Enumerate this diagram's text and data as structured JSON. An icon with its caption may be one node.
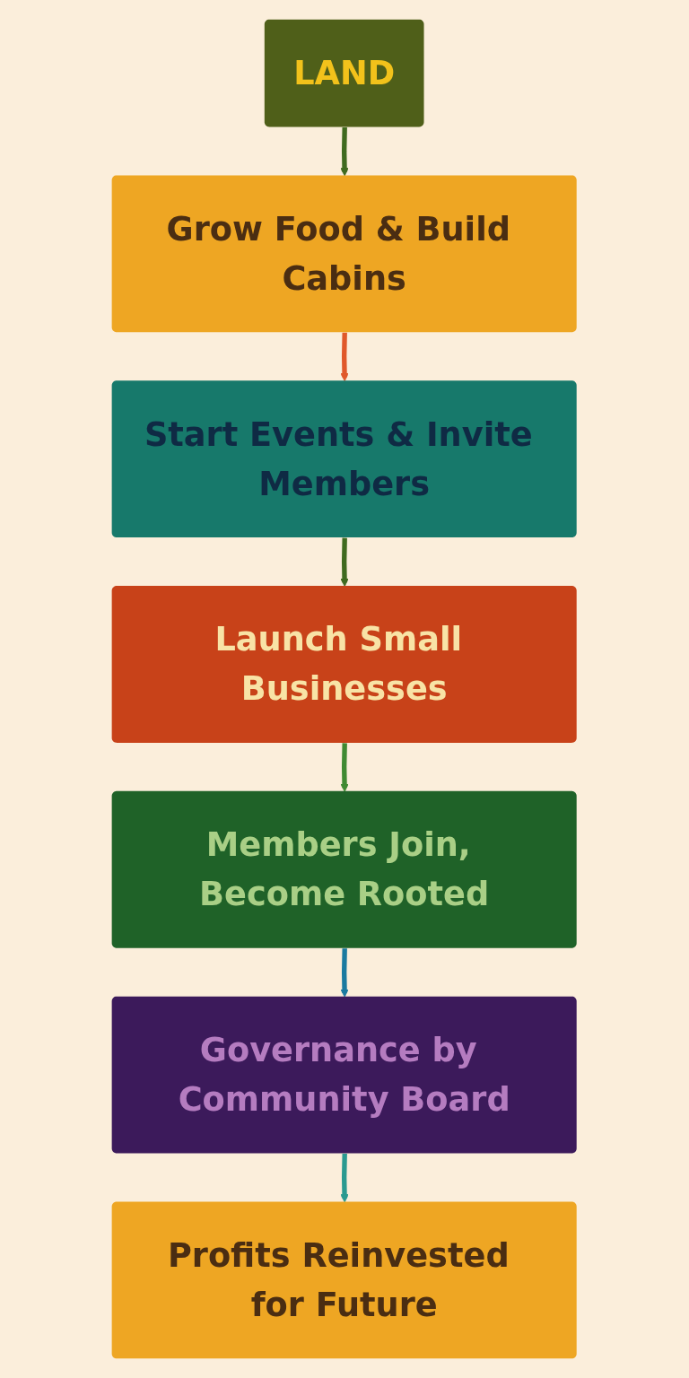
{
  "diagram": {
    "nodes": [
      {
        "text": [
          "LAND"
        ]
      },
      {
        "text": [
          "Grow Food & Build Cabins"
        ]
      },
      {
        "text": [
          "Start Events & Invite Members"
        ]
      },
      {
        "text": [
          "Launch Small Businesses"
        ]
      },
      {
        "text": [
          "Members Join, Become Rooted"
        ]
      },
      {
        "text": [
          "Governance by Community Board"
        ]
      },
      {
        "text": [
          "Profits Reinvested for Future"
        ]
      }
    ],
    "edges": [
      {
        "from": 0,
        "to": 1,
        "arrow": "to",
        "color": "#3f6a1f"
      },
      {
        "from": 1,
        "to": 2,
        "arrow": "to",
        "color": "#e0582a"
      },
      {
        "from": 2,
        "to": 3,
        "arrow": "to",
        "color": "#3f6a1f"
      },
      {
        "from": 3,
        "to": 4,
        "arrow": "to",
        "color": "#3f8a32"
      },
      {
        "from": 4,
        "to": 5,
        "arrow": "to",
        "color": "#1a7aa0"
      },
      {
        "from": 5,
        "to": 6,
        "arrow": "to",
        "color": "#2a9a90"
      }
    ]
  }
}
